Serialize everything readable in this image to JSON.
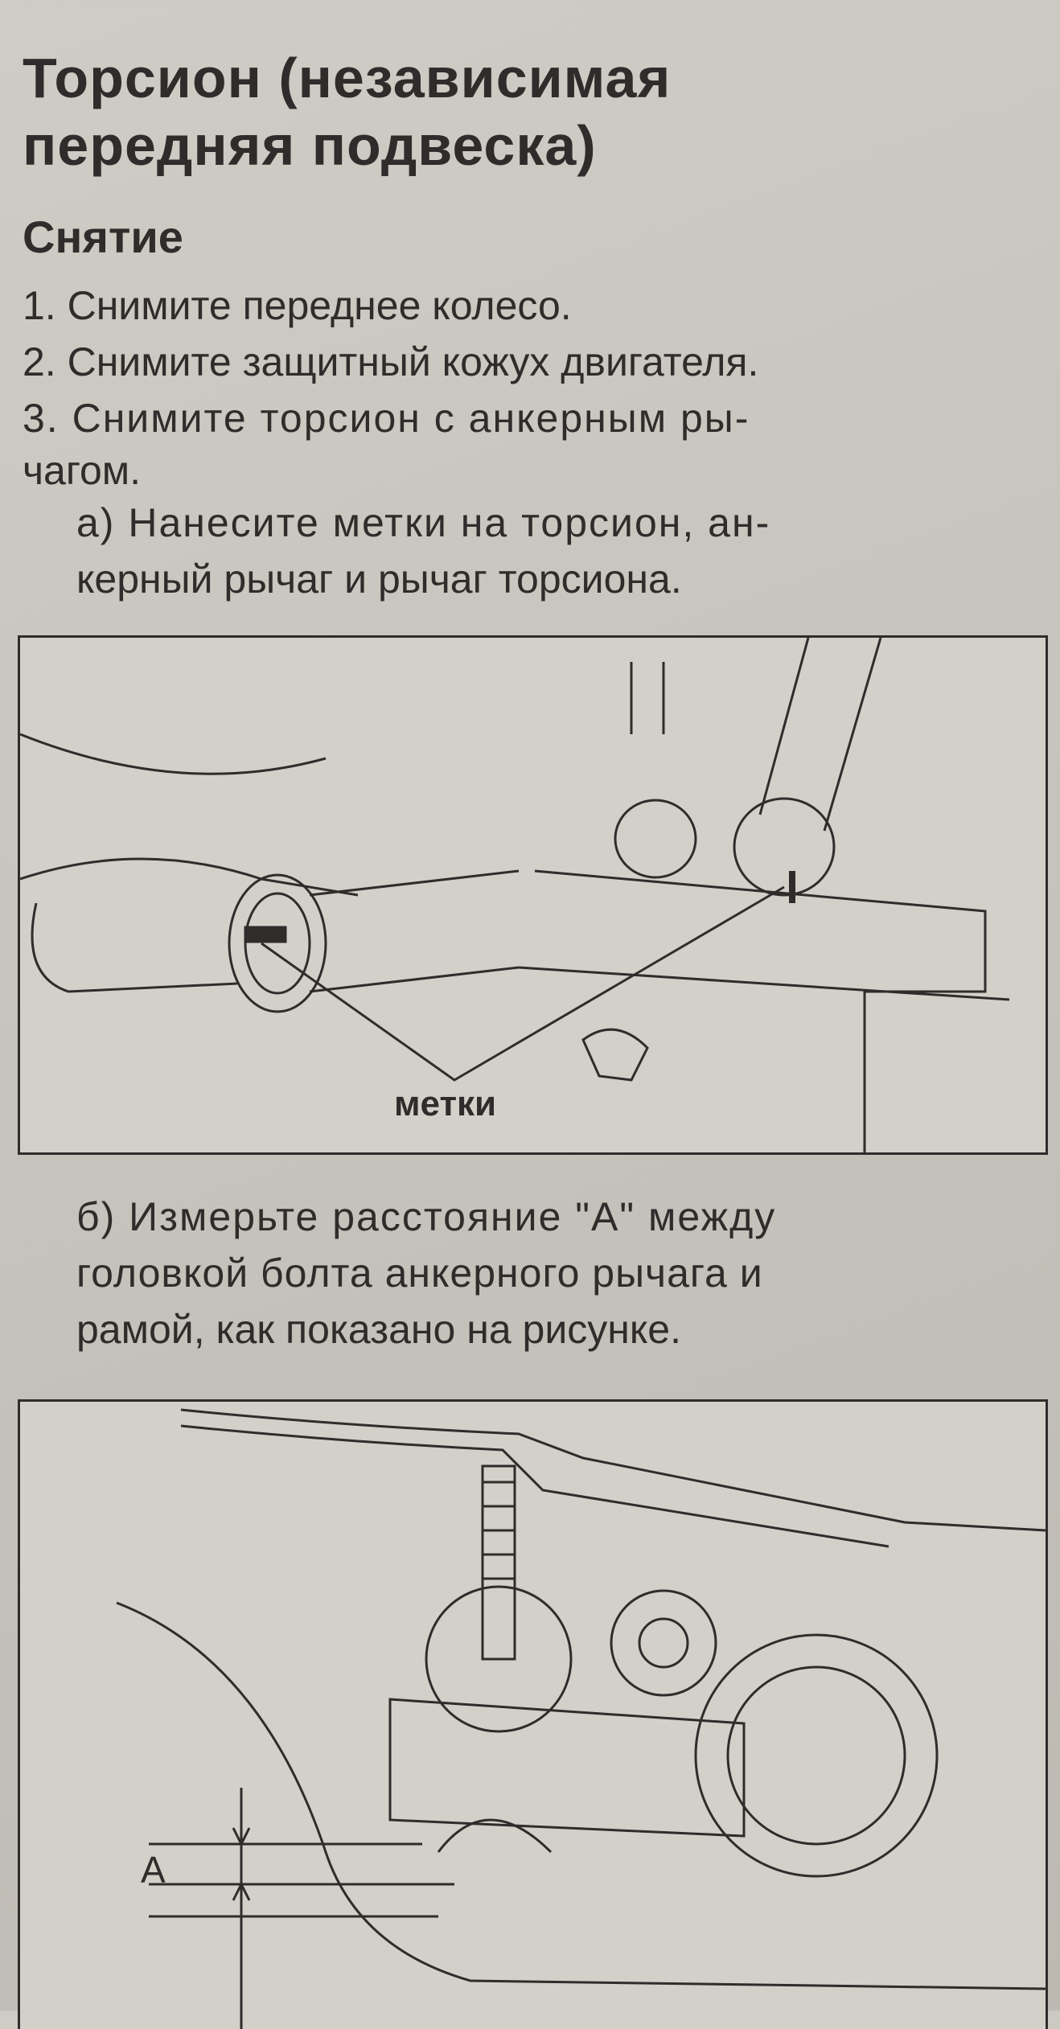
{
  "title_line1": "Торсион (независимая",
  "title_line2": "передняя подвеска)",
  "section": "Снятие",
  "steps": [
    "1. Снимите переднее колесо.",
    "2. Снимите защитный кожух двигателя.",
    "3. Снимите торсион с анкерным ры-",
    "чагом."
  ],
  "step_a": [
    "а) Нанесите метки на торсион, ан-",
    "керный рычаг и рычаг торсиона."
  ],
  "figure1_label": "метки",
  "step_b": [
    "б) Измерьте расстояние \"А\" между",
    "головкой болта анкерного рычага и",
    "рамой, как показано на рисунке."
  ],
  "figure2_label": "A"
}
